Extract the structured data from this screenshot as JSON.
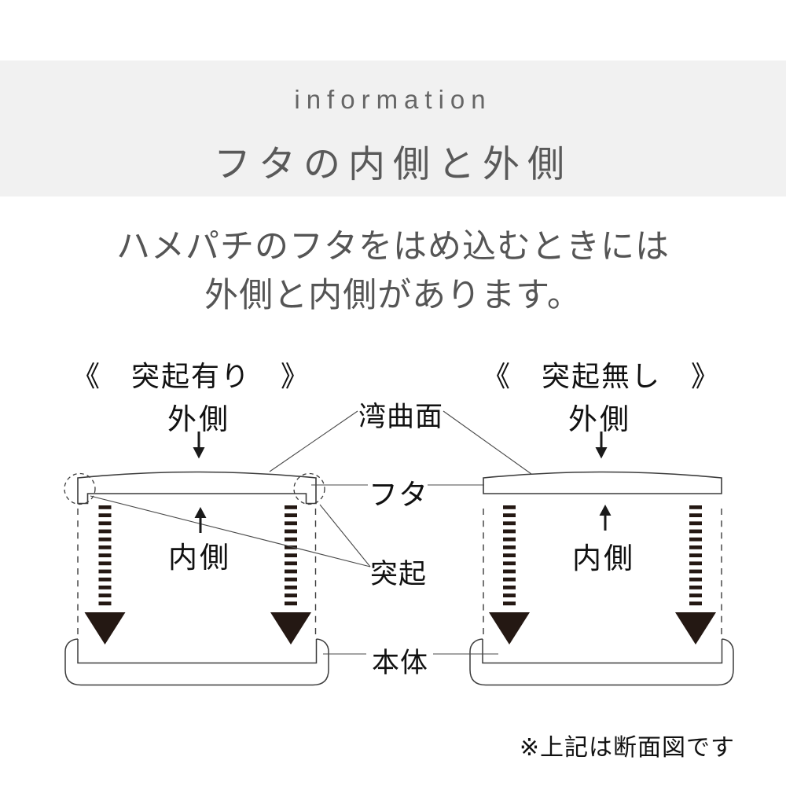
{
  "header": {
    "eyebrow": "information",
    "title": "フタの内側と外側"
  },
  "intro": {
    "line1": "ハメパチのフタをはめ込むときには",
    "line2": "外側と内側があります。"
  },
  "diagrams": {
    "left": {
      "title": "《　突起有り　》",
      "outside_label": "外側",
      "inside_label": "内側"
    },
    "right": {
      "title": "《　突起無し　》",
      "outside_label": "外側",
      "inside_label": "内側"
    },
    "shared_labels": {
      "curved_surface": "湾曲面",
      "lid": "フタ",
      "protrusion": "突起",
      "body": "本体"
    }
  },
  "footnote": "※上記は断面図です",
  "colors": {
    "band_bg": "#f1f1f1",
    "eyebrow_text": "#666666",
    "title_text": "#595959",
    "intro_text": "#555555",
    "diagram_text": "#111111",
    "outline": "#3c3c3c",
    "pointer_line": "#4a4a4a",
    "stripe_arrow": "#241813"
  }
}
